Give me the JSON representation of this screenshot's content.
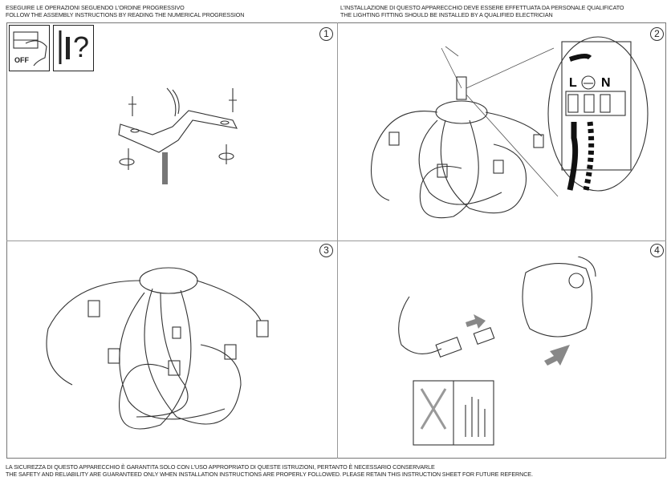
{
  "header": {
    "left": [
      "ESEGUIRE LE OPERAZIONI SEGUENDO L'ORDINE PROGRESSIVO",
      "FOLLOW THE ASSEMBLY INSTRUCTIONS BY READING THE NUMERICAL PROGRESSION"
    ],
    "right": [
      "L'INSTALLAZIONE DI QUESTO APPARECCHIO DEVE ESSERE EFFETTUATA DA PERSONALE QUALIFICATO",
      "THE LIGHTING FITTING SHOULD BE INSTALLED BY A QUALIFIED ELECTRICIAN"
    ]
  },
  "icons": {
    "off_label": "OFF",
    "question_mark": "?"
  },
  "steps": [
    {
      "number": "1"
    },
    {
      "number": "2",
      "terminals": [
        "L",
        "N"
      ]
    },
    {
      "number": "3"
    },
    {
      "number": "4"
    }
  ],
  "footer": [
    "LA SICUREZZA DI QUESTO APPARECCHIO È GARANTITA SOLO CON L'USO APPROPRIATO DI QUESTE ISTRUZIONI, PERTANTO È NECESSARIO CONSERVARLE",
    "THE SAFETY AND RELIABILITY ARE GUARANTEED ONLY WHEN INSTALLATION INSTRUCTIONS ARE PROPERLY FOLLOWED. PLEASE RETAIN THIS INSTRUCTION SHEET FOR FUTURE REFERNCE."
  ]
}
